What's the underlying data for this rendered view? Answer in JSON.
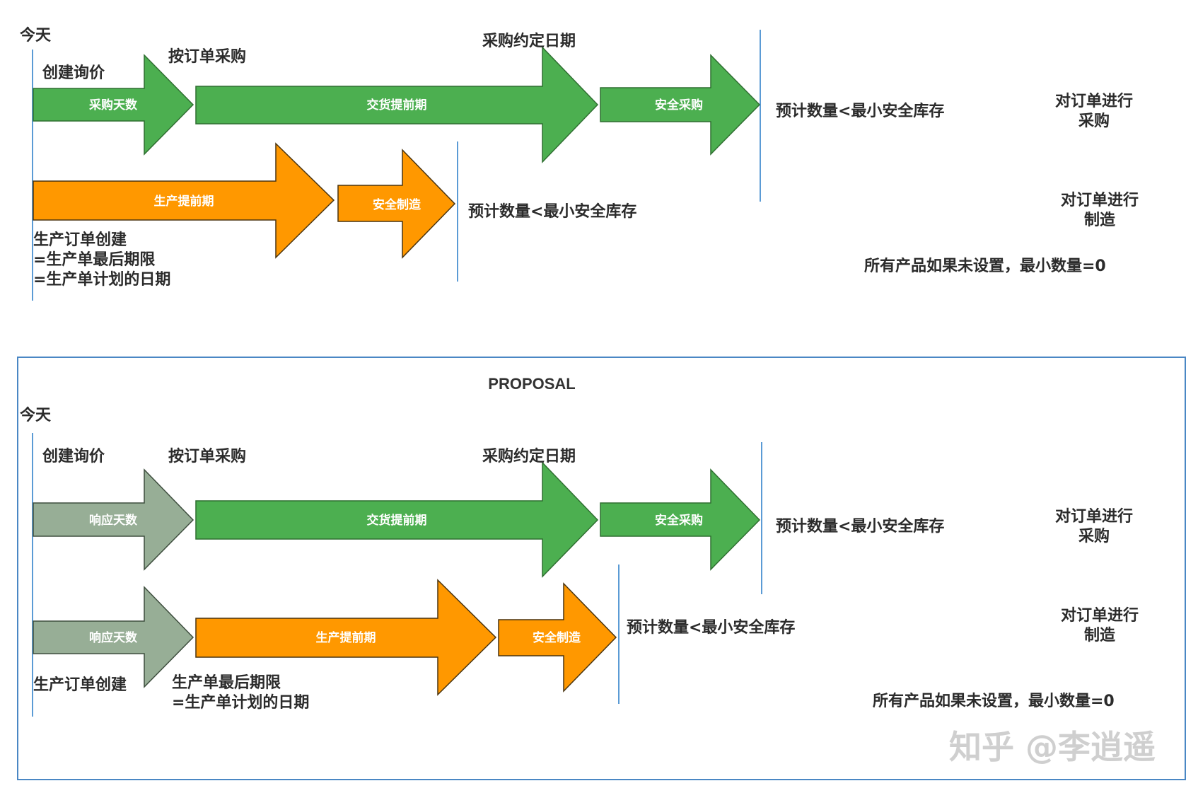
{
  "colors": {
    "green": "#4caf50",
    "orange": "#ff9800",
    "grey_green": "#97ae96",
    "line_blue": "#5b9bd5",
    "border_blue": "#4a87c4"
  },
  "top": {
    "today": "今天",
    "create_inquiry": "创建询价",
    "order_purchase": "按订单采购",
    "agreed_date": "采购约定日期",
    "arrows": {
      "purchase_days": "采购天数",
      "delivery_lead": "交货提前期",
      "safety_purchase": "安全采购",
      "production_lead": "生产提前期",
      "safety_manufacture": "安全制造"
    },
    "forecast_1": "预计数量<最小安全库存",
    "forecast_2": "预计数量<最小安全库存",
    "action_purchase": [
      "对订单进行",
      "采购"
    ],
    "action_manufacture": [
      "对订单进行",
      "制造"
    ],
    "prod_order_lines": [
      "生产订单创建",
      "=生产单最后期限",
      "=生产单计划的日期"
    ],
    "note": "所有产品如果未设置，最小数量=0"
  },
  "proposal": {
    "title": "PROPOSAL",
    "today": "今天",
    "create_inquiry": "创建询价",
    "order_purchase": "按订单采购",
    "agreed_date": "采购约定日期",
    "arrows": {
      "response_days_1": "响应天数",
      "delivery_lead": "交货提前期",
      "safety_purchase": "安全采购",
      "response_days_2": "响应天数",
      "production_lead": "生产提前期",
      "safety_manufacture": "安全制造"
    },
    "forecast_1": "预计数量<最小安全库存",
    "forecast_2": "预计数量<最小安全库存",
    "action_purchase": [
      "对订单进行",
      "采购"
    ],
    "action_manufacture": [
      "对订单进行",
      "制造"
    ],
    "prod_order_create": "生产订单创建",
    "deadline_lines": [
      "生产单最后期限",
      "=生产单计划的日期"
    ],
    "note": "所有产品如果未设置，最小数量=0"
  },
  "watermark": "知乎 @李逍遥"
}
